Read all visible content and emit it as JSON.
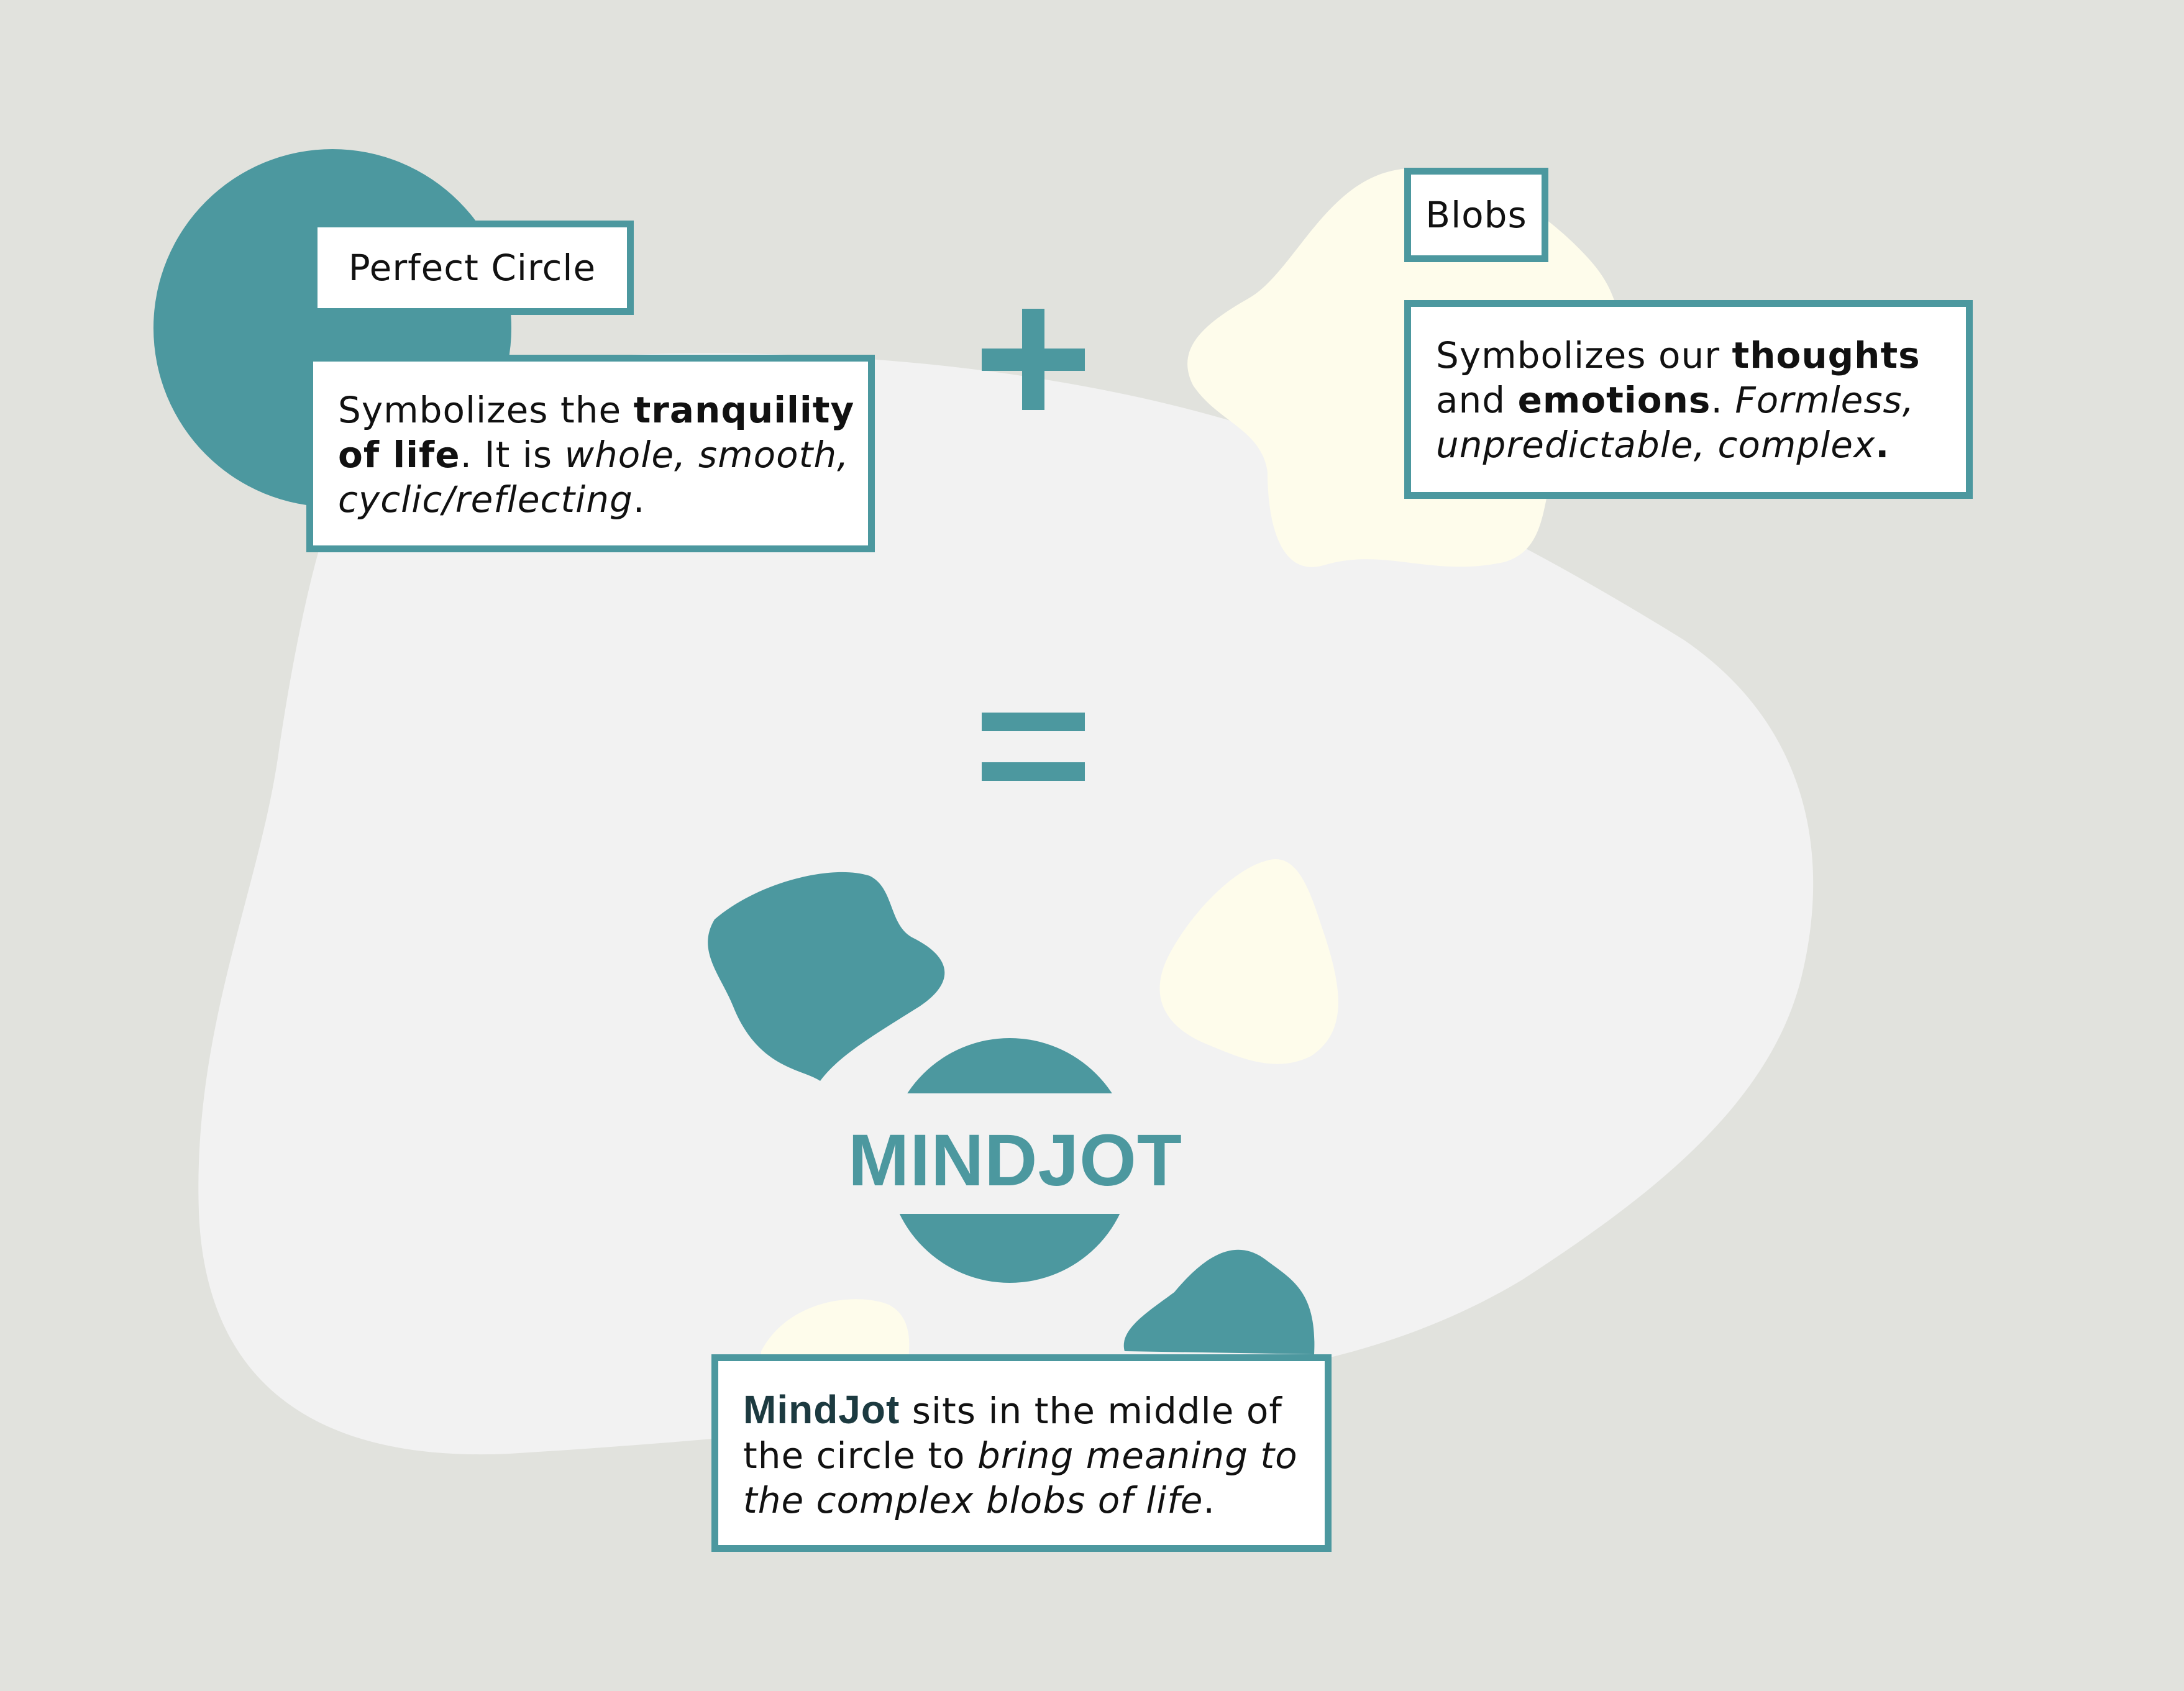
{
  "colors": {
    "background": "#e1e2dd",
    "big_blob": "#f2f2f2",
    "teal": "#4c989f",
    "cream": "#fefceb"
  },
  "perfect_circle": {
    "label": "Perfect Circle",
    "desc_prefix": "Symbolizes the ",
    "desc_bold": "tranquility of life",
    "desc_mid": ". It is ",
    "desc_italic": "whole, smooth, cyclic/reflecting",
    "desc_suffix": "."
  },
  "blobs": {
    "label": "Blobs",
    "desc_prefix": "Symbolizes our ",
    "desc_bold1": "thoughts",
    "desc_mid1": " and ",
    "desc_bold2": "emotions",
    "desc_mid2": ". ",
    "desc_italic": "Formless, unpredictable, complex",
    "desc_suffix": "."
  },
  "operators": {
    "plus": "plus-sign",
    "equals": "equals-sign"
  },
  "logo": {
    "text": "MINDJOT"
  },
  "mindjot": {
    "brand": "MindJot",
    "desc_mid": " sits in the middle of the circle to ",
    "desc_italic": "bring meaning to the complex blobs of life",
    "desc_suffix": "."
  }
}
